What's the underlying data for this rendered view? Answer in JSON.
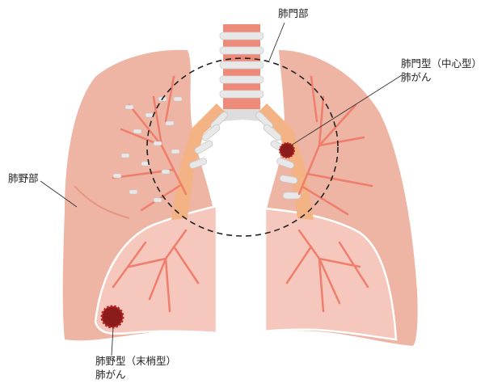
{
  "labels": {
    "hilum_region": "肺門部",
    "central_cancer_line1": "肺門型（中心型）",
    "central_cancer_line2": "肺がん",
    "peripheral_region": "肺野部",
    "peripheral_cancer_line1": "肺野型（末梢型）",
    "peripheral_cancer_line2": "肺がん"
  },
  "colors": {
    "lung": "#eeb4a4",
    "lower_lobe": "#f6c7bd",
    "vessel": "#ef7e6c",
    "bronchus": "#f3b384",
    "tumor": "#8c1c1c",
    "cartilage": "#e6e6e6"
  }
}
